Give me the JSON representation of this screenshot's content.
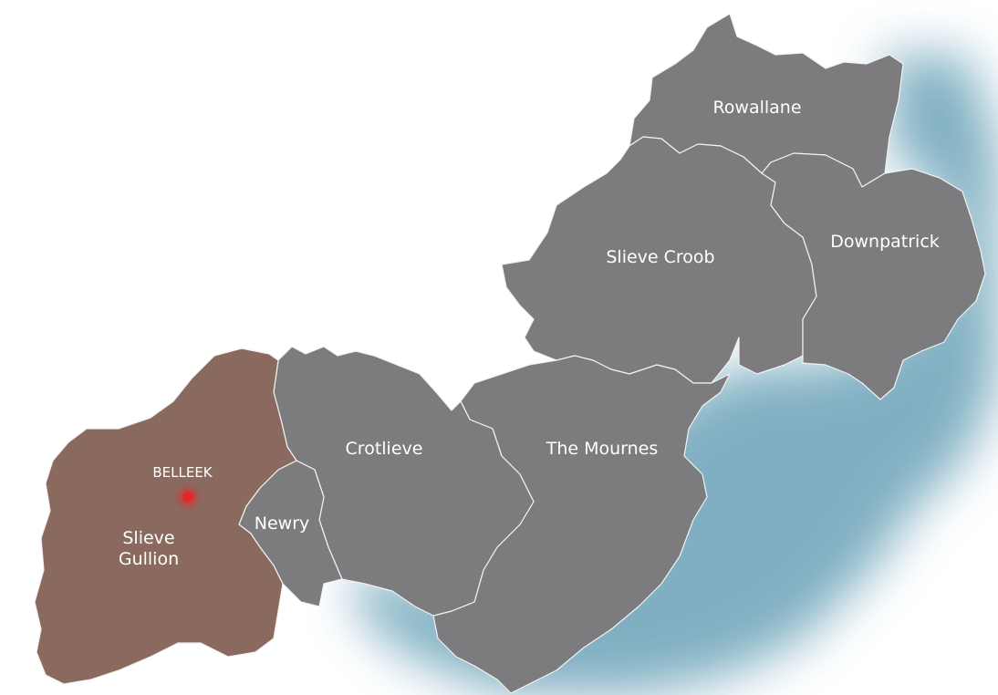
{
  "colors": {
    "region_default": "#7c7c7e",
    "region_highlight": "#8a6a5f",
    "sea": "#6aa2b8",
    "border": "#f2f2f2",
    "marker": "#e8242a"
  },
  "regions": [
    {
      "id": "rowallane",
      "label": "Rowallane",
      "highlighted": false
    },
    {
      "id": "slieve-croob",
      "label": "Slieve Croob",
      "highlighted": false
    },
    {
      "id": "downpatrick",
      "label": "Downpatrick",
      "highlighted": false
    },
    {
      "id": "crotlieve",
      "label": "Crotlieve",
      "highlighted": false
    },
    {
      "id": "the-mournes",
      "label": "The Mournes",
      "highlighted": false
    },
    {
      "id": "newry",
      "label": "Newry",
      "highlighted": false
    },
    {
      "id": "slieve-gullion",
      "label_line1": "Slieve",
      "label_line2": "Gullion",
      "highlighted": true
    }
  ],
  "marker": {
    "label": "BELLEEK",
    "icon": "location-dot-icon"
  }
}
